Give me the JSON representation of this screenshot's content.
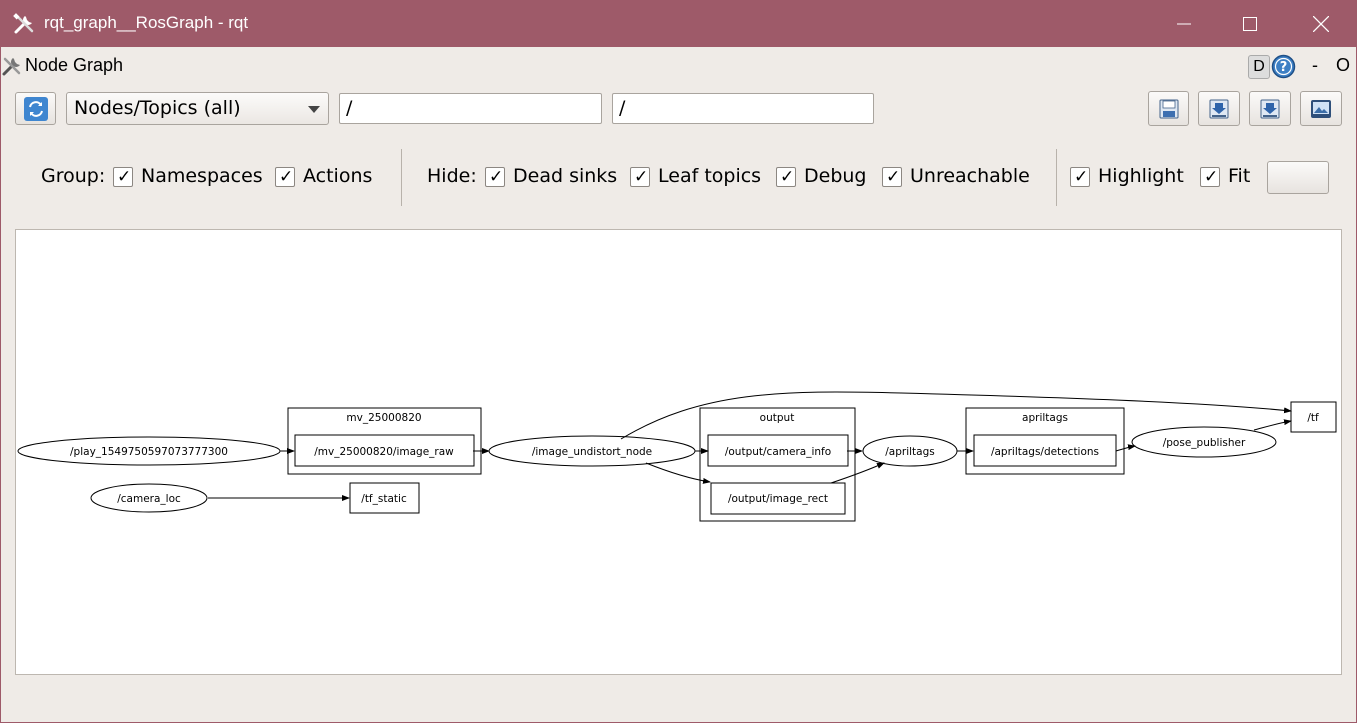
{
  "window": {
    "title": "rqt_graph__RosGraph - rqt",
    "title_bar_color": "#9e5a69"
  },
  "plugin": {
    "title": "Node Graph",
    "d_label": "D",
    "minus_label": "-",
    "o_label": "O"
  },
  "toolbar": {
    "graph_type_selected": "Nodes/Topics (all)",
    "node_filter_value": "/",
    "topic_filter_value": "/"
  },
  "options": {
    "group_label": "Group:",
    "namespaces_label": "Namespaces",
    "namespaces_checked": true,
    "actions_label": "Actions",
    "actions_checked": true,
    "hide_label": "Hide:",
    "dead_sinks_label": "Dead sinks",
    "dead_sinks_checked": true,
    "leaf_topics_label": "Leaf topics",
    "leaf_topics_checked": true,
    "debug_label": "Debug",
    "debug_checked": true,
    "unreachable_label": "Unreachable",
    "unreachable_checked": true,
    "highlight_label": "Highlight",
    "highlight_checked": true,
    "fit_label": "Fit",
    "fit_checked": true,
    "check_glyph": "✓"
  },
  "graph": {
    "clusters": {
      "mv": "mv_25000820",
      "output": "output",
      "apriltags": "apriltags"
    },
    "nodes": {
      "play": "/play_1549750597073777300",
      "camera_loc": "/camera_loc",
      "image_undistort": "/image_undistort_node",
      "apriltags": "/apriltags",
      "pose_publisher": "/pose_publisher"
    },
    "topics": {
      "image_raw": "/mv_25000820/image_raw",
      "tf_static": "/tf_static",
      "camera_info": "/output/camera_info",
      "image_rect": "/output/image_rect",
      "detections": "/apriltags/detections",
      "tf": "/tf"
    }
  }
}
